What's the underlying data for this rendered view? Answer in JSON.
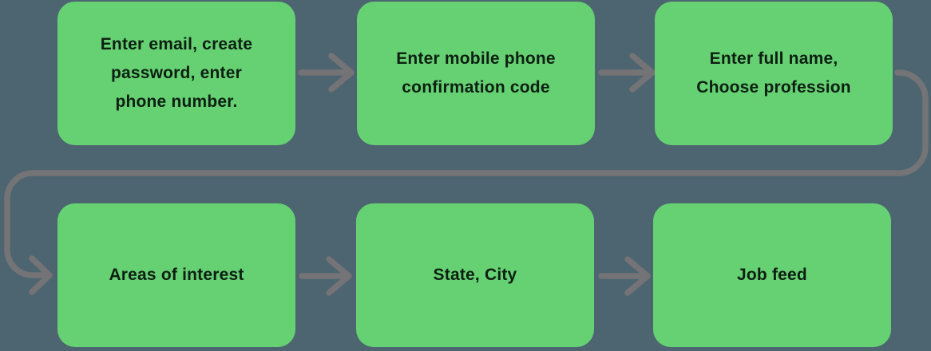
{
  "diagram": {
    "type": "flowchart",
    "colors": {
      "background": "#4c6570",
      "node_fill": "#66d173",
      "node_text": "#0d1f12",
      "connector": "#747376"
    },
    "nodes": [
      {
        "id": "step-1",
        "label": [
          "Enter email, create",
          "password, enter",
          "phone number."
        ]
      },
      {
        "id": "step-2",
        "label": [
          "Enter mobile phone",
          "confirmation code"
        ]
      },
      {
        "id": "step-3",
        "label": [
          "Enter full name,",
          "Choose profession"
        ]
      },
      {
        "id": "step-4",
        "label": [
          "Areas of interest"
        ]
      },
      {
        "id": "step-5",
        "label": [
          "State, City"
        ]
      },
      {
        "id": "step-6",
        "label": [
          "Job feed"
        ]
      }
    ],
    "connections": [
      {
        "from": "step-1",
        "to": "step-2",
        "type": "arrow-right"
      },
      {
        "from": "step-2",
        "to": "step-3",
        "type": "arrow-right"
      },
      {
        "from": "step-3",
        "to": "step-4",
        "type": "wrap-around-arrow"
      },
      {
        "from": "step-4",
        "to": "step-5",
        "type": "arrow-right"
      },
      {
        "from": "step-5",
        "to": "step-6",
        "type": "arrow-right"
      }
    ]
  }
}
